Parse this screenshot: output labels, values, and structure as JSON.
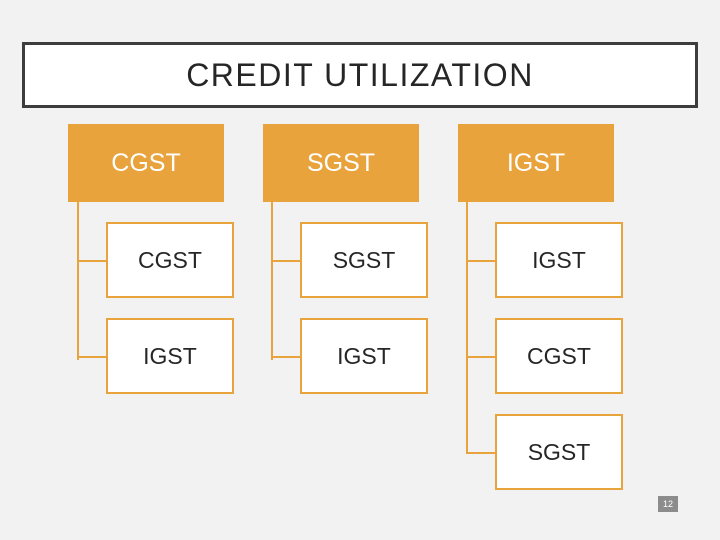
{
  "slide": {
    "title": "CREDIT UTILIZATION",
    "page_number": "12",
    "colors": {
      "background": "#f2f2f2",
      "title_border": "#3d3d3d",
      "title_fill": "#ffffff",
      "accent_orange": "#e8a33d",
      "node_fill": "#ffffff",
      "text_dark": "#262626",
      "page_badge": "#8c8c8c"
    }
  },
  "diagram": {
    "type": "tree",
    "columns": [
      {
        "header": "CGST",
        "children": [
          "CGST",
          "IGST"
        ]
      },
      {
        "header": "SGST",
        "children": [
          "SGST",
          "IGST"
        ]
      },
      {
        "header": "IGST",
        "children": [
          "IGST",
          "CGST",
          "SGST"
        ]
      }
    ]
  }
}
